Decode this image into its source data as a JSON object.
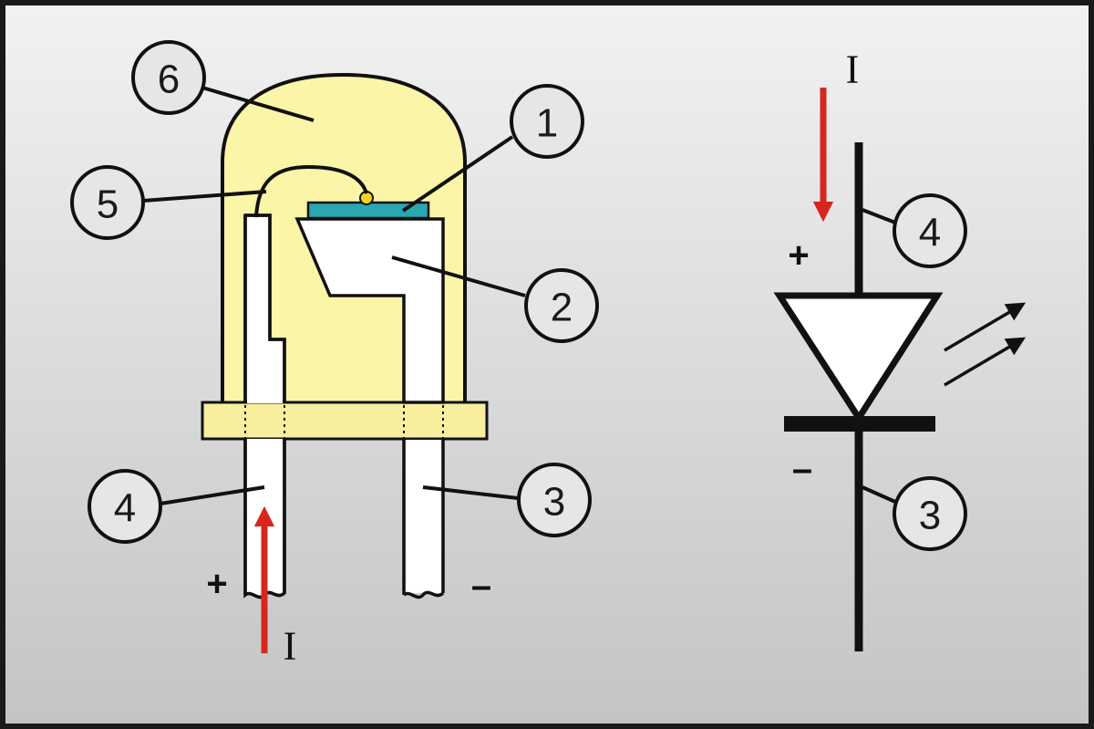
{
  "colors": {
    "background_top": "#f2f2f2",
    "background_bottom": "#c4c4c4",
    "frame": "#1a1a1a",
    "lens": "#fbf5a8",
    "base_rim": "#f7ee9e",
    "chip": "#2aa7b1",
    "bond_ball": "#f3d61f",
    "lead": "#ffffff",
    "current_arrow": "#d7261e",
    "callout_fill": "#e6e6e6",
    "line": "#111111"
  },
  "callouts": {
    "led_chip": "1",
    "reflector_cup": "2",
    "cathode_lead": "3",
    "anode_lead": "4",
    "bond_wire": "5",
    "epoxy_lens": "6"
  },
  "symbol_callouts": {
    "anode": "4",
    "cathode": "3"
  },
  "signs": {
    "anode_plus": "+",
    "cathode_minus": "–",
    "symbol_plus": "+",
    "symbol_minus": "–"
  },
  "current": {
    "physical_label": "I",
    "symbol_label": "I"
  },
  "icons": {
    "current_arrow": "arrow-up-icon",
    "light_emission": "light-rays-icon"
  }
}
